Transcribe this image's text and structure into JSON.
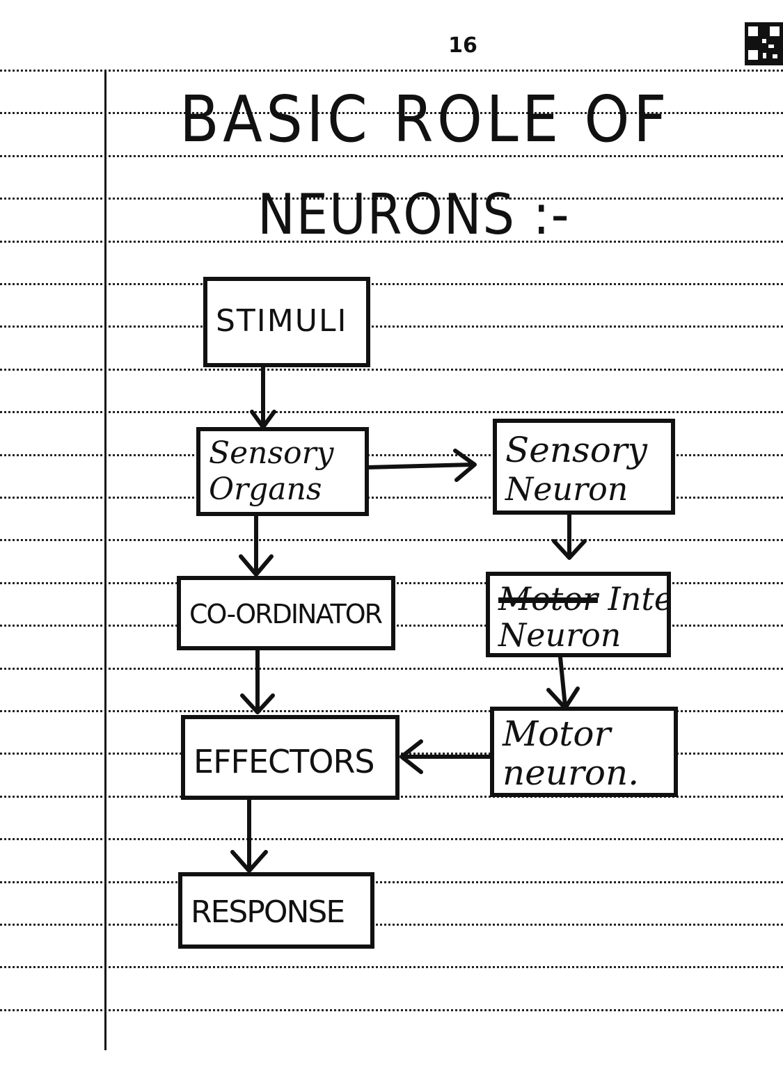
{
  "page_number": "16",
  "title": {
    "line1": "BASIC ROLE OF",
    "line2": "NEURONS :-"
  },
  "flowchart": {
    "stimuli": "STIMULI",
    "sensory_organs": {
      "line1": "Sensory",
      "line2": "Organs"
    },
    "coordinator": "CO-ORDINATOR",
    "effectors": "EFFECTORS",
    "response": "RESPONSE",
    "sensory_neuron": {
      "line1": "Sensory",
      "line2": "Neuron"
    },
    "inter_neuron": {
      "struck": "Motor",
      "line1": "Inter",
      "line2": "Neuron"
    },
    "motor_neuron": {
      "line1": "Motor",
      "line2": "neuron."
    }
  },
  "colors": {
    "ink": "#111111",
    "paper": "#ffffff"
  }
}
